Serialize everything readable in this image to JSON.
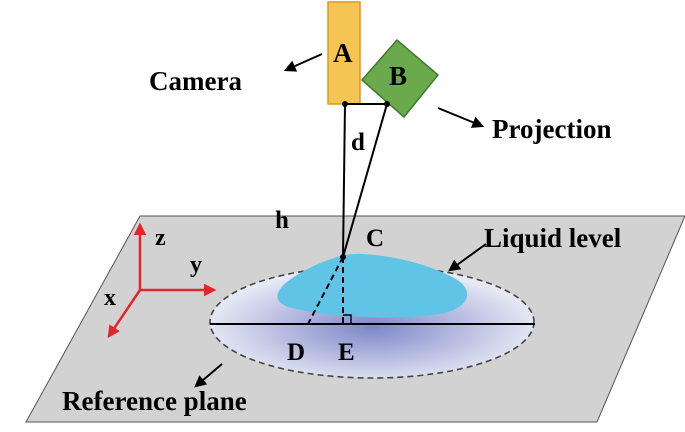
{
  "labels": {
    "camera_letter": "A",
    "projector_letter": "B",
    "camera": "Camera",
    "projection": "Projection",
    "d": "d",
    "h": "h",
    "C": "C",
    "D": "D",
    "E": "E",
    "liquid_level": "Liquid level",
    "reference_plane": "Reference plane",
    "axis_x": "x",
    "axis_y": "y",
    "axis_z": "z"
  },
  "colors": {
    "plane": "#d2d2d2",
    "camera": "#f6c453",
    "camera_stroke": "#d99a1e",
    "projector": "#6aaa4c",
    "projector_stroke": "#3f7a2c",
    "liquid": "#5fc4e6",
    "ellipse_edge": "#eef0f8",
    "ellipse_center": "#7e87c8",
    "axes": "#e4262b"
  }
}
